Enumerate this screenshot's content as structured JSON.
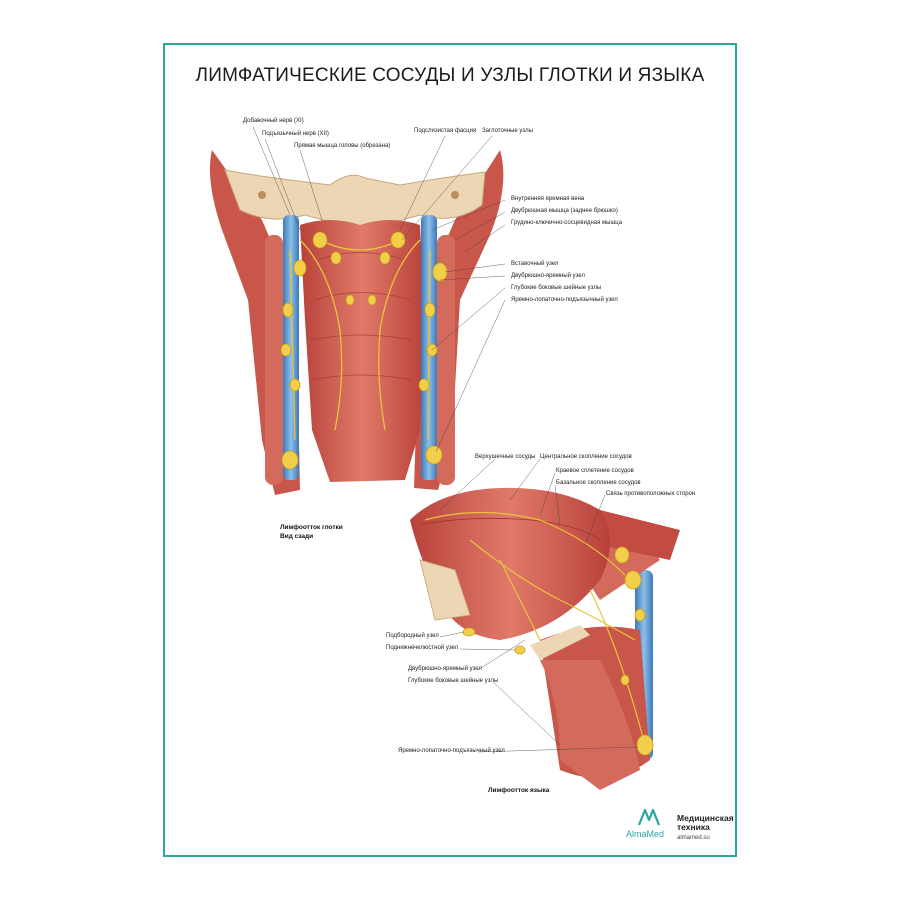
{
  "title": "ЛИМФАТИЧЕСКИЕ СОСУДЫ И УЗЛЫ ГЛОТКИ И ЯЗЫКА",
  "pharynx_view": {
    "labels": {
      "accessory_nerve": "Добавочный нерв (XI)",
      "hypoglossal_nerve": "Подъязычный нерв (XII)",
      "rectus_capitis": "Прямая мышца головы (обрезана)",
      "prevertebral_fascia": "Подслизистая фасция",
      "retropharyngeal_nodes": "Заглоточные узлы",
      "internal_jugular_vein": "Внутренняя яремная вена",
      "digastric_muscle": "Двубрюшная мышца (заднее брюшко)",
      "sternocleidomastoid": "Грудино-ключично-сосцевидная мышца",
      "intercalated_node": "Вставочный узел",
      "jugulodigastric_node": "Двубрюшно-яремный узел",
      "deep_lateral_nodes": "Глубокие боковые шейные узлы",
      "juguloomohyoid_node": "Яремно-лопаточно-подъязычный узел"
    },
    "caption": [
      "Лимфоотток глотки",
      "Вид сзади"
    ]
  },
  "tongue_view": {
    "labels": {
      "apical_vessels": "Верхушечные сосуды",
      "central_vessels": "Центральное скопление сосудов",
      "marginal_plexus": "Краевое сплетение сосудов",
      "basal_vessels": "Базальное скопление сосудов",
      "contralateral_link": "Связь противоположных сторон",
      "submental_node": "Подбородный узел",
      "submandibular_node": "Поднижнечелюстной узел",
      "jugulodigastric_node": "Двубрюшно-яремный узел",
      "deep_lateral_nodes": "Глубокие боковые шейные узлы",
      "juguloomohyoid_node": "Яремно-лопаточно-подъязычный узел"
    },
    "caption": "Лимфоотток языка"
  },
  "brand": {
    "logo_text": "AlmaMed",
    "company_line1": "Медицинская",
    "company_line2": "техника",
    "site": "almamed.su",
    "accent_color": "#2aa5a2"
  }
}
